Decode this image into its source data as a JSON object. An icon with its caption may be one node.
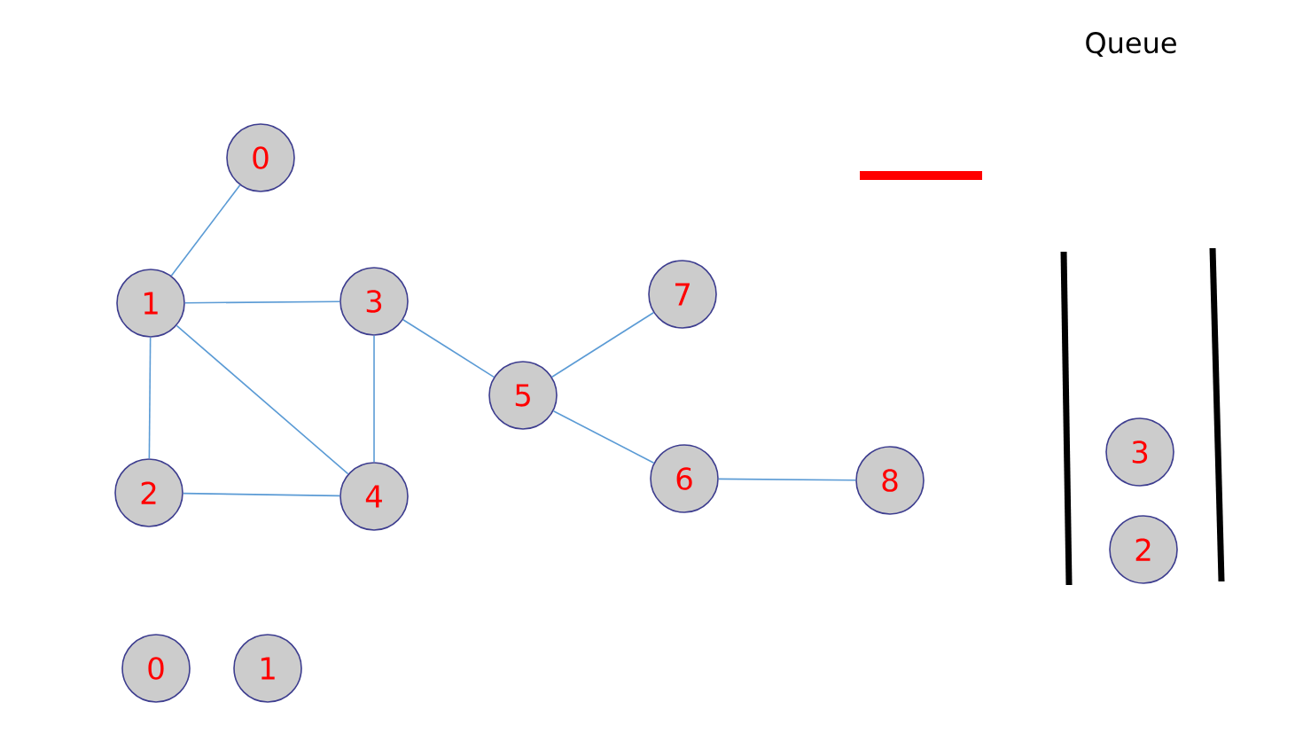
{
  "diagram": {
    "nodes": [
      {
        "text": [
          "0"
        ]
      },
      {
        "text": [
          "1"
        ]
      },
      {
        "text": [
          "2"
        ]
      },
      {
        "text": [
          "3"
        ]
      },
      {
        "text": [
          "4"
        ]
      },
      {
        "text": [
          "5"
        ]
      },
      {
        "text": [
          "6"
        ]
      },
      {
        "text": [
          "7"
        ]
      },
      {
        "text": [
          "8"
        ]
      },
      {
        "text": [
          "0"
        ]
      },
      {
        "text": [
          "1"
        ]
      },
      {
        "text": [
          "3"
        ]
      },
      {
        "text": [
          "2"
        ]
      }
    ],
    "edges": [
      {
        "from": 0,
        "to": 1,
        "arrow": "none"
      },
      {
        "from": 1,
        "to": 3,
        "arrow": "none"
      },
      {
        "from": 1,
        "to": 2,
        "arrow": "none"
      },
      {
        "from": 1,
        "to": 4,
        "arrow": "none"
      },
      {
        "from": 3,
        "to": 4,
        "arrow": "none"
      },
      {
        "from": 2,
        "to": 4,
        "arrow": "none"
      },
      {
        "from": 3,
        "to": 5,
        "arrow": "none"
      },
      {
        "from": 5,
        "to": 7,
        "arrow": "none"
      },
      {
        "from": 5,
        "to": 6,
        "arrow": "none"
      },
      {
        "from": 6,
        "to": 8,
        "arrow": "none"
      }
    ],
    "labels": [
      "Queue"
    ]
  }
}
